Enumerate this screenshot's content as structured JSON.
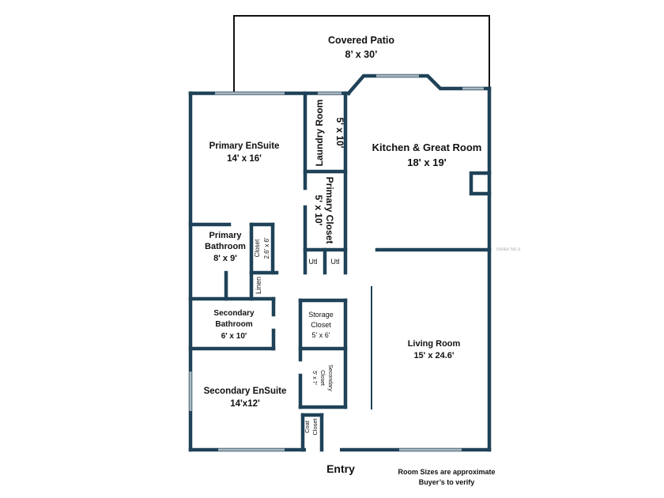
{
  "rooms": {
    "covered_patio": {
      "name": "Covered Patio",
      "size": "8’ x 30’"
    },
    "laundry_room": {
      "name": "Laundry Room",
      "size": "5' x 10'"
    },
    "primary_ensuite": {
      "name": "Primary EnSuite",
      "size": "14' x 16'"
    },
    "kitchen_great_room": {
      "name": "Kitchen & Great Room",
      "size": "18' x 19'"
    },
    "primary_closet": {
      "name": "Primary Closet",
      "size": "5' x 10'"
    },
    "primary_bathroom": {
      "name_line1": "Primary",
      "name_line2": "Bathroom",
      "size": "8' x 9'"
    },
    "closet_small": {
      "name": "Closet",
      "size": "2.6' x 6'"
    },
    "utl_left": {
      "name": "Utl"
    },
    "utl_right": {
      "name": "Utl"
    },
    "linen": {
      "name": "Linen"
    },
    "secondary_bathroom": {
      "name_line1": "Secondary",
      "name_line2": "Bathroom",
      "size": "6' x 10'"
    },
    "storage_closet": {
      "name_line1": "Storage",
      "name_line2": "Closet",
      "size": "5' x 6'"
    },
    "living_room": {
      "name": "Living Room",
      "size": "15' x 24.6'"
    },
    "secondary_closet": {
      "name_line1": "Secondary",
      "name_line2": "Closet",
      "size": "5' x 7'"
    },
    "secondary_ensuite": {
      "name": "Secondary EnSuite",
      "size": "14'x12'"
    },
    "coat_closet": {
      "name_line1": "Coat",
      "name_line2": "Closet"
    }
  },
  "entry_label": "Entry",
  "disclaimer": {
    "line1": "Room Sizes are approximate",
    "line2": "Buyer’s to verify"
  },
  "watermark": "Stellar MLS",
  "colors": {
    "wall": "#1f4258",
    "window": "#a9b7bf",
    "text": "#111111"
  }
}
